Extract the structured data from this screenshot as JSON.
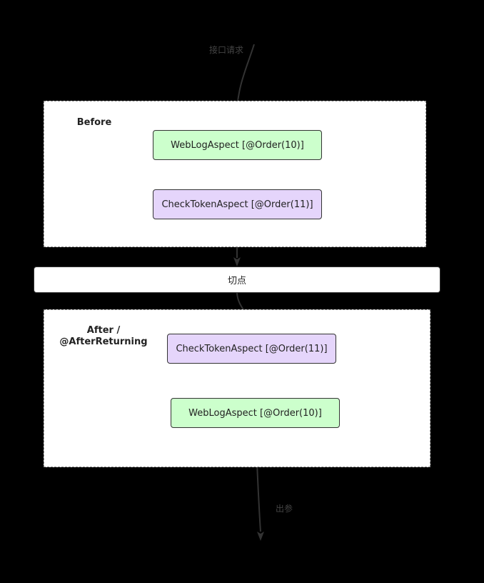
{
  "colors": {
    "background": "#000000",
    "group_fill": "#ffffff",
    "web_log_fill": "#ccffcc",
    "check_token_fill": "#e5d5fb",
    "edge": "#333333"
  },
  "groups": {
    "before": {
      "title": "Before"
    },
    "after": {
      "title_line1": "After /",
      "title_line2": "@AfterReturning"
    }
  },
  "nodes": {
    "web_log_before": "WebLogAspect [@Order(10)]",
    "check_token_before": "CheckTokenAspect [@Order(11)]",
    "pointcut": "切点",
    "check_token_after": "CheckTokenAspect [@Order(11)]",
    "web_log_after": "WebLogAspect [@Order(10)]"
  },
  "edge_labels": {
    "request": "接口请求",
    "response": "出参"
  }
}
